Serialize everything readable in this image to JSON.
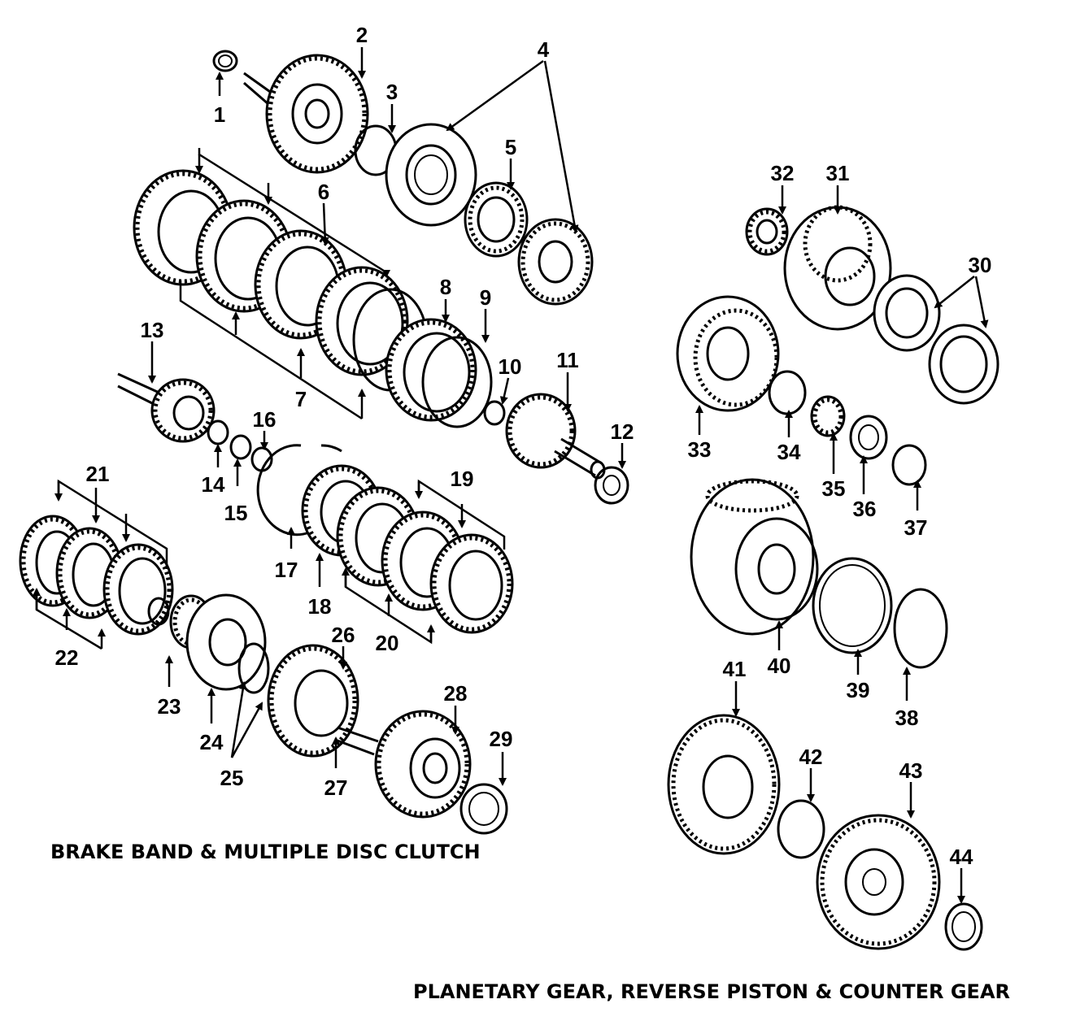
{
  "captions": {
    "left": "BRAKE BAND & MULTIPLE DISC CLUTCH",
    "right": "PLANETARY GEAR, REVERSE PISTON & COUNTER GEAR"
  },
  "callouts": [
    "1",
    "2",
    "3",
    "4",
    "5",
    "6",
    "7",
    "8",
    "9",
    "10",
    "11",
    "12",
    "13",
    "14",
    "15",
    "16",
    "17",
    "18",
    "19",
    "20",
    "21",
    "22",
    "23",
    "24",
    "25",
    "26",
    "27",
    "28",
    "29",
    "30",
    "31",
    "32",
    "33",
    "34",
    "35",
    "36",
    "37",
    "38",
    "39",
    "40",
    "41",
    "42",
    "43",
    "44"
  ]
}
